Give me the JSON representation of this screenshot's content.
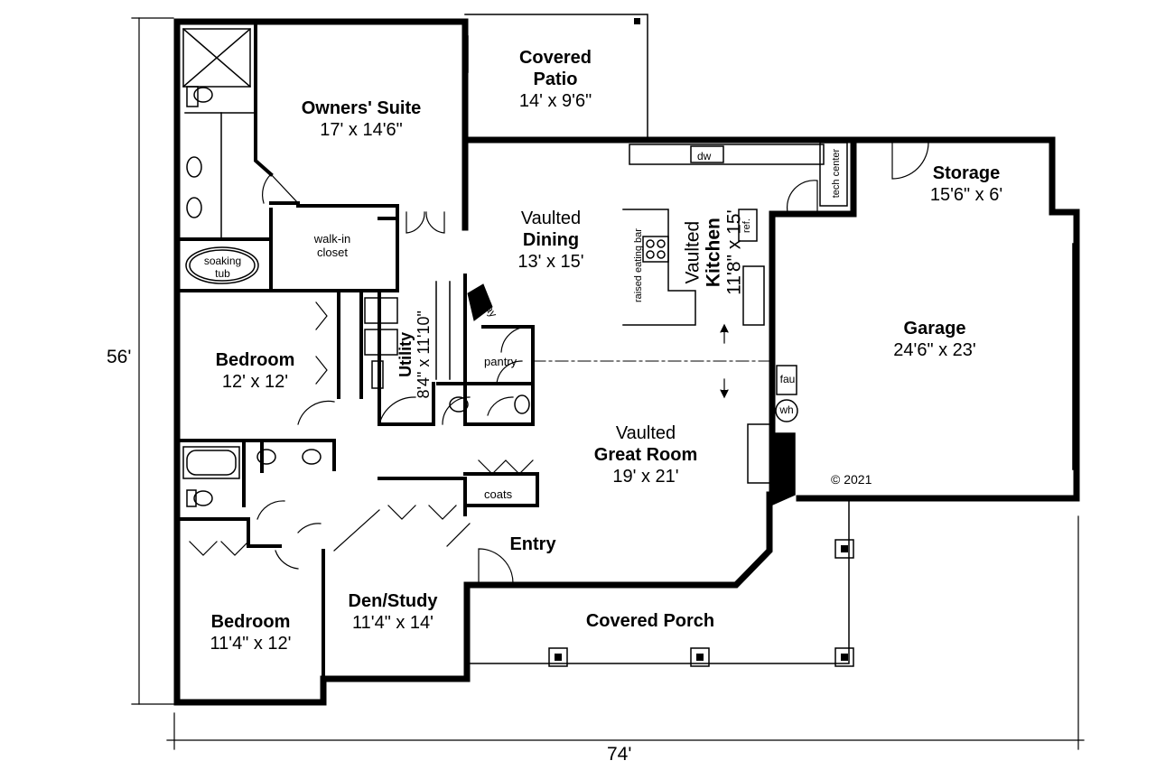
{
  "rooms": {
    "owners_suite": {
      "name": "Owners' Suite",
      "size": "17' x 14'6\""
    },
    "covered_patio": {
      "name1": "Covered",
      "name2": "Patio",
      "size": "14' x 9'6\""
    },
    "dining": {
      "pre": "Vaulted",
      "name": "Dining",
      "size": "13' x 15'"
    },
    "kitchen": {
      "pre": "Vaulted",
      "name": "Kitchen",
      "size": "11'8\" x 15'"
    },
    "storage": {
      "name": "Storage",
      "size": "15'6\" x 6'"
    },
    "garage": {
      "name": "Garage",
      "size": "24'6\" x 23'"
    },
    "bedroom1": {
      "name": "Bedroom",
      "size": "12' x 12'"
    },
    "utility": {
      "name": "Utility",
      "size": "8'4\" x 11'10\""
    },
    "great_room": {
      "pre": "Vaulted",
      "name": "Great Room",
      "size": "19' x 21'"
    },
    "entry": {
      "name": "Entry"
    },
    "den": {
      "name": "Den/Study",
      "size": "11'4\" x 14'"
    },
    "bedroom2": {
      "name": "Bedroom",
      "size": "11'4\" x 12'"
    },
    "covered_porch": {
      "name": "Covered Porch"
    }
  },
  "fixtures": {
    "walk_in_closet": "walk-in closet",
    "soaking_tub": "soaking tub",
    "display": "display",
    "pantry": "pantry",
    "raised_eating_bar": "raised eating bar",
    "dw": "dw",
    "tech_center": "tech center",
    "ref": "ref.",
    "fau": "fau",
    "wh": "wh",
    "coats": "coats"
  },
  "dimensions": {
    "depth": "56'",
    "width": "74'"
  },
  "copyright": "© 2021"
}
